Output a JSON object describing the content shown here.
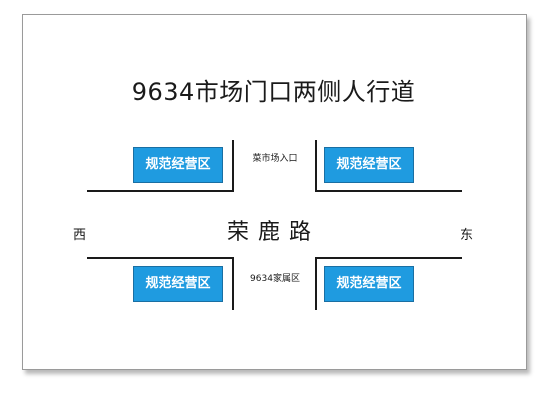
{
  "title": "9634市场门口两侧人行道",
  "road_name": "荣鹿路",
  "zones": {
    "top_left": "规范经营区",
    "top_right": "规范经营区",
    "bottom_left": "规范经营区",
    "bottom_right": "规范经营区"
  },
  "labels": {
    "top_entrance": "菜市场入口",
    "bottom_area": "9634家属区"
  },
  "directions": {
    "west": "西",
    "east": "东"
  },
  "colors": {
    "zone_fill": "#1f9be0",
    "road_line": "#1a1a1a"
  }
}
